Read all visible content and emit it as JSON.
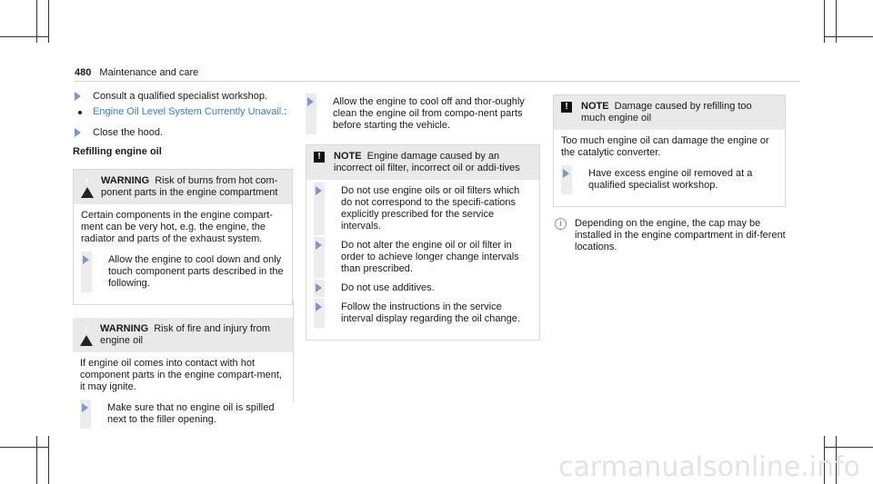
{
  "header": {
    "page_number": "480",
    "section": "Maintenance and care"
  },
  "col1": {
    "step1": "Consult a qualified specialist workshop.",
    "bullet_link": "Engine Oil Level System Currently Unavail.",
    "bullet_suffix": ":",
    "step2": "Close the hood.",
    "heading": "Refilling engine oil",
    "warn1": {
      "label": "WARNING",
      "title": "Risk of burns from hot com-ponent parts in the engine compartment",
      "body": "Certain components in the engine compart-ment can be very hot, e.g. the engine, the radiator and parts of the exhaust system.",
      "step": "Allow the engine to cool down and only touch component parts described in the following."
    },
    "warn2": {
      "label": "WARNING",
      "title": "Risk of fire and injury from engine oil",
      "body": "If engine oil comes into contact with hot component parts in the engine compart-ment, it may ignite.",
      "step": "Make sure that no engine oil is spilled next to the filler opening."
    }
  },
  "col2": {
    "step_top": "Allow the engine to cool off and thor-oughly clean the engine oil from compo-nent parts before starting the vehicle.",
    "note": {
      "label": "NOTE",
      "title": "Engine damage caused by an incorrect oil filter, incorrect oil or addi-tives",
      "steps": [
        "Do not use engine oils or oil filters which do not correspond to the specifi-cations explicitly prescribed for the service intervals.",
        "Do not alter the engine oil or oil filter in order to achieve longer change intervals than prescribed.",
        "Do not use additives.",
        "Follow the instructions in the service interval display regarding the oil change."
      ]
    }
  },
  "col3": {
    "note": {
      "label": "NOTE",
      "title": "Damage caused by refilling too much engine oil",
      "body": "Too much engine oil can damage the engine or the catalytic converter.",
      "step": "Have excess engine oil removed at a qualified specialist workshop."
    },
    "info": "Depending on the engine, the cap may be installed in the engine compartment in dif-ferent locations."
  },
  "watermark": "carmanualsonline.info"
}
